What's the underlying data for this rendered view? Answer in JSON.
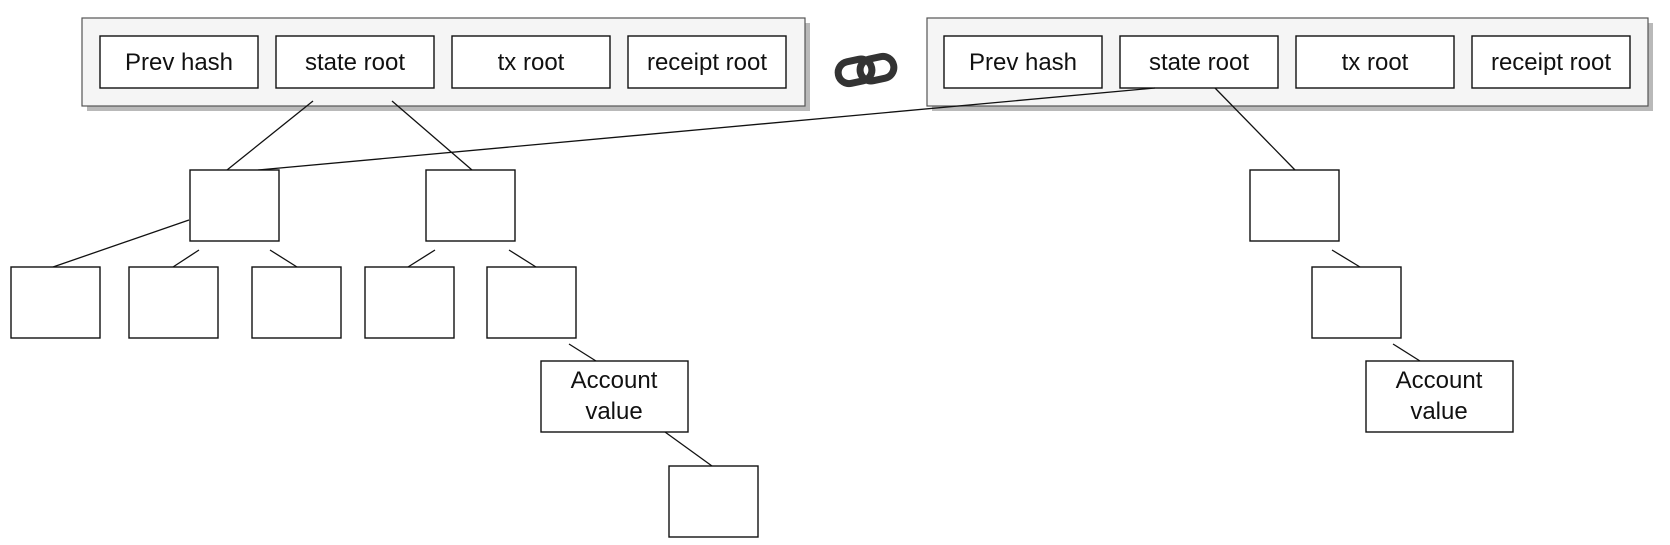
{
  "blocks": [
    {
      "fields": [
        "Prev hash",
        "state root",
        "tx root",
        "receipt root"
      ]
    },
    {
      "fields": [
        "Prev hash",
        "state root",
        "tx root",
        "receipt root"
      ]
    }
  ],
  "trie": {
    "account_value_label_line1": "Account",
    "account_value_label_line2": "value"
  },
  "icons": {
    "chain": "chain-link-icon"
  },
  "colors": {
    "header_fill": "#f5f5f5",
    "header_border": "#555555",
    "shadow": "#b9b9b9",
    "stroke": "#111111"
  }
}
